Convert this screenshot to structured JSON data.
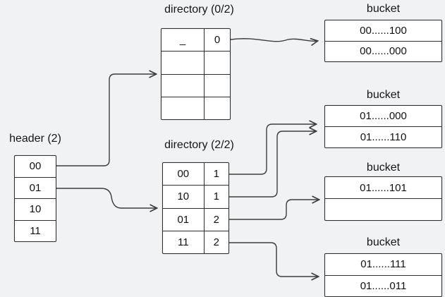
{
  "diagram": {
    "background_color": "#f1f2f4",
    "stroke_color": "#3c3c3c",
    "table_fill_color": "#ffffff"
  },
  "header": {
    "label": "header (2)",
    "rows": [
      "00",
      "01",
      "10",
      "11"
    ]
  },
  "directories": [
    {
      "label": "directory (0/2)",
      "rows": [
        {
          "key": "_",
          "value": "0"
        },
        {
          "key": "",
          "value": ""
        },
        {
          "key": "",
          "value": ""
        },
        {
          "key": "",
          "value": ""
        }
      ]
    },
    {
      "label": "directory (2/2)",
      "rows": [
        {
          "key": "00",
          "value": "1"
        },
        {
          "key": "10",
          "value": "1"
        },
        {
          "key": "01",
          "value": "2"
        },
        {
          "key": "11",
          "value": "2"
        }
      ]
    }
  ],
  "buckets": [
    {
      "label": "bucket",
      "rows": [
        "00......100",
        "00......000"
      ]
    },
    {
      "label": "bucket",
      "rows": [
        "01......000",
        "01......110"
      ]
    },
    {
      "label": "bucket",
      "rows": [
        "01......101",
        ""
      ]
    },
    {
      "label": "bucket",
      "rows": [
        "01......111",
        "01......011"
      ]
    }
  ],
  "connections": [
    {
      "from": "header row 00",
      "to": "directory (0/2)"
    },
    {
      "from": "header row 01",
      "to": "directory (2/2)"
    },
    {
      "from": "directory (0/2) row _|0",
      "to": "bucket 1"
    },
    {
      "from": "directory (2/2) row 00|1",
      "to": "bucket 2"
    },
    {
      "from": "directory (2/2) row 10|1",
      "to": "bucket 2"
    },
    {
      "from": "directory (2/2) row 01|2",
      "to": "bucket 3"
    },
    {
      "from": "directory (2/2) row 11|2",
      "to": "bucket 4"
    }
  ]
}
